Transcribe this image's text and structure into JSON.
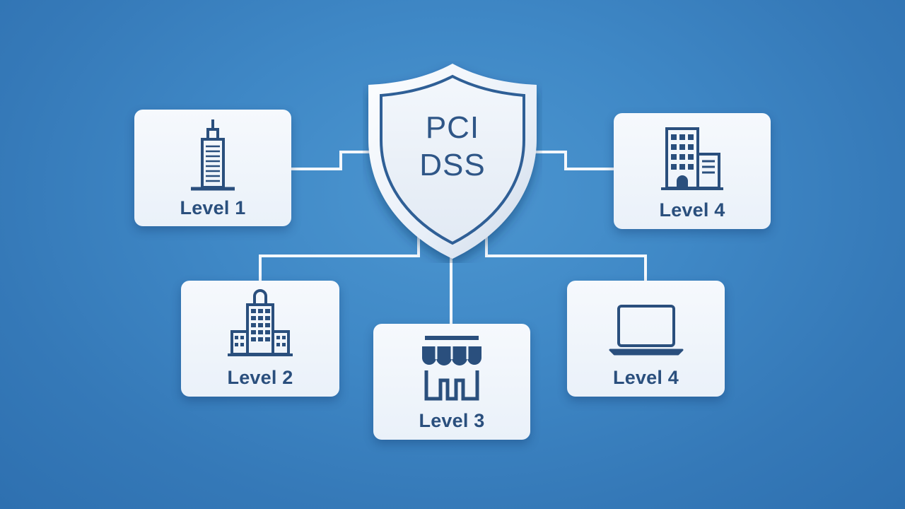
{
  "shield": {
    "line1": "PCI",
    "line2": "DSS",
    "icon": "shield-icon"
  },
  "cards": [
    {
      "id": "level1",
      "label": "Level 1",
      "icon": "skyscraper-icon"
    },
    {
      "id": "level4a",
      "label": "Level 4",
      "icon": "office-building-icon"
    },
    {
      "id": "level2",
      "label": "Level 2",
      "icon": "city-buildings-icon"
    },
    {
      "id": "level3",
      "label": "Level 3",
      "icon": "storefront-icon"
    },
    {
      "id": "level4b",
      "label": "Level 4",
      "icon": "laptop-icon"
    }
  ],
  "colors": {
    "background": "#3f88c6",
    "card": "#eef4fb",
    "icon": "#2a4f7d",
    "connector": "#f4f8fc"
  }
}
